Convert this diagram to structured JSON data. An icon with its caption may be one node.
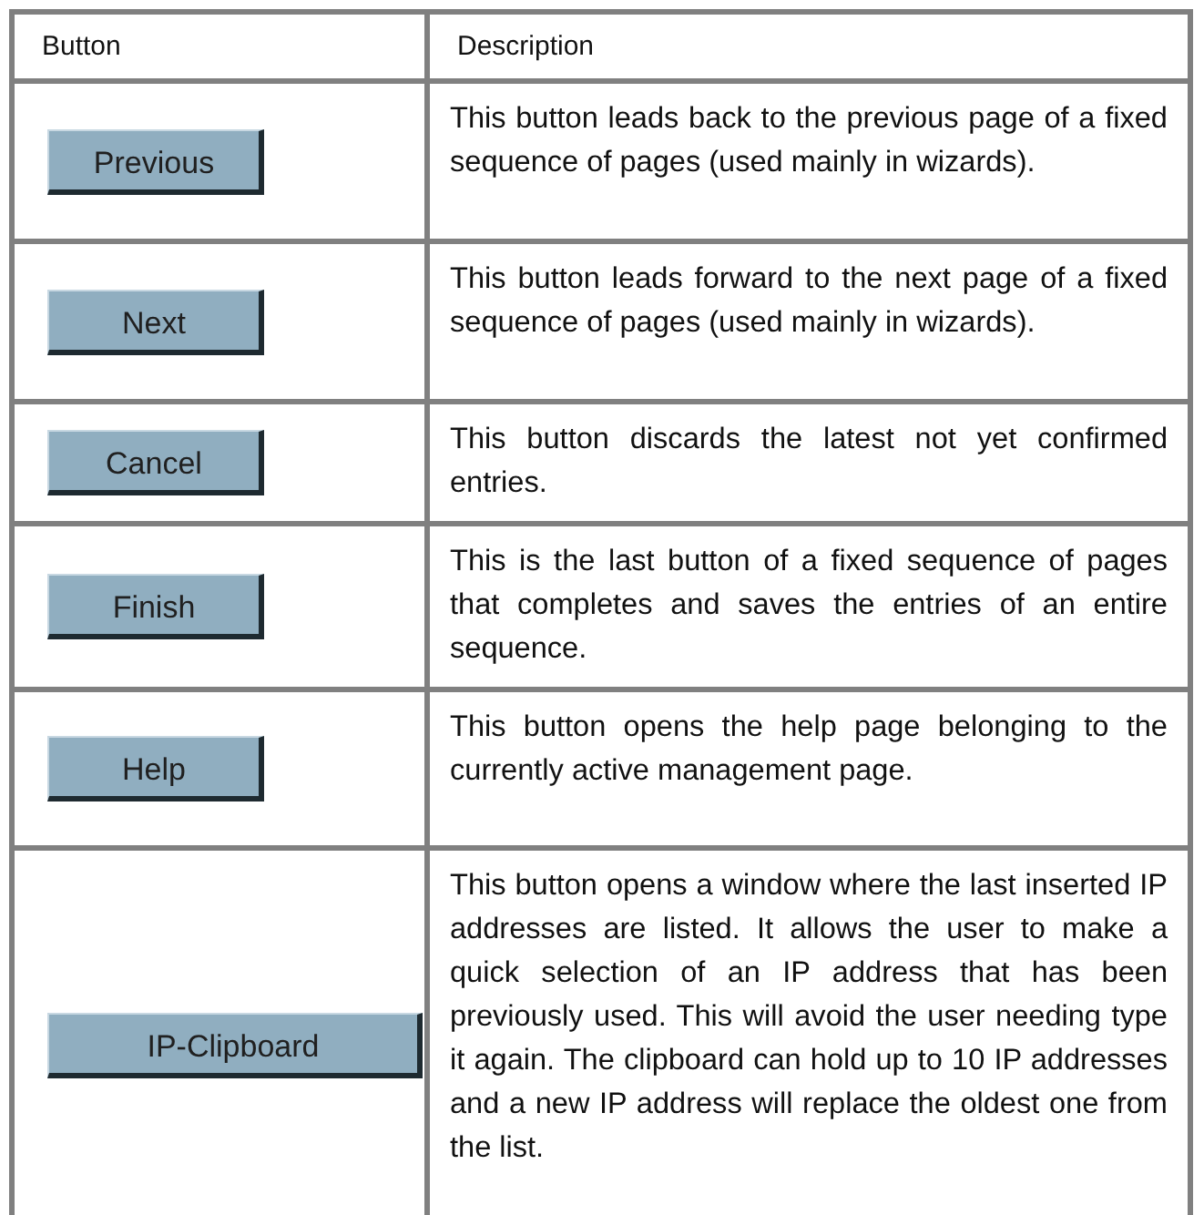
{
  "diagram": {
    "labels": [
      "Button",
      "Description",
      "Previous",
      "This button leads back to the previous page of a fixed sequence of pages (used mainly in wizards).",
      "Next",
      "This button leads forward to the next page of a fixed sequence of pages (used mainly in wizards).",
      "Cancel",
      "This button discards the latest not yet confirmed entries.",
      "Finish",
      "This is the last button of a fixed sequence of pages that completes and saves the entries of an entire sequence.",
      "Help",
      "This button opens the help page belonging to the currently active management page.",
      "IP-Clipboard",
      "This button opens a window where the last inserted IP addresses are listed. It allows the user to make a quick selection of an IP address that has been previously used. This will avoid the user needing type it again. The clipboard can hold up to 10 IP addresses and a new IP address will replace the oldest one from the list."
    ]
  }
}
